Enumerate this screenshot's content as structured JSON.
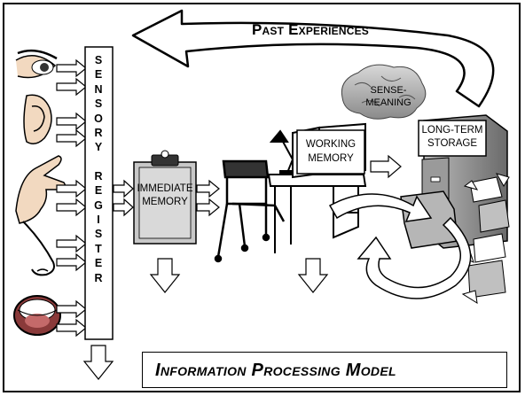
{
  "diagram": {
    "title": "Information Processing Model",
    "past_experiences": "Past Experiences",
    "sensory_register_letters": [
      "S",
      "E",
      "N",
      "S",
      "O",
      "R",
      "Y",
      "",
      "R",
      "E",
      "G",
      "I",
      "S",
      "T",
      "E",
      "R"
    ],
    "immediate_memory_lines": [
      "IMMEDIATE",
      "MEMORY"
    ],
    "working_memory_lines": [
      "WORKING",
      "MEMORY"
    ],
    "sense_meaning_lines": [
      "SENSE-",
      "MEANING"
    ],
    "long_term_storage_lines": [
      "LONG-TERM",
      "STORAGE"
    ],
    "senses": [
      "eye-icon",
      "ear-icon",
      "hand-icon",
      "nose-icon",
      "mouth-icon"
    ]
  }
}
